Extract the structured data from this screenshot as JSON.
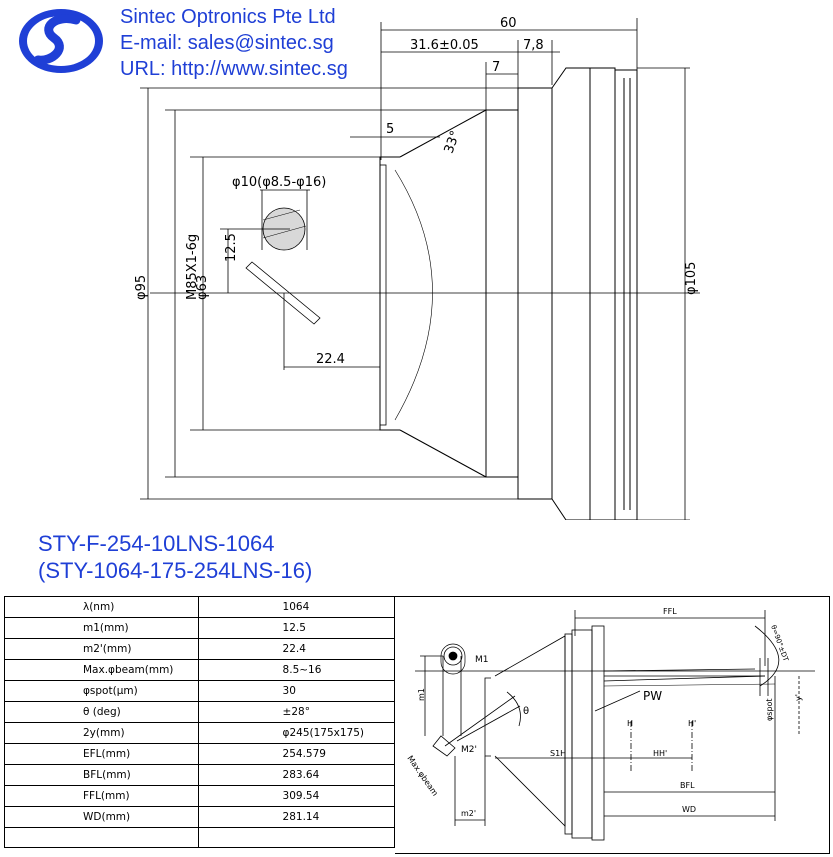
{
  "header": {
    "company": "Sintec Optronics Pte Ltd",
    "email": "E-mail: sales@sintec.sg",
    "url": "URL: http://www.sintec.sg",
    "brand_color": "#1f3fd6"
  },
  "drawing": {
    "dim_overall": "60",
    "dim_focus": "31.6±0.05",
    "dim_78": "7,8",
    "dim_7": "7",
    "dim_5": "5",
    "angle": "33°",
    "beam_dia": "φ10(φ8.5-φ16)",
    "m1": "12.5",
    "m2": "22.4",
    "dia95": "φ95",
    "thread": "M85X1-6g",
    "dia63": "φ63",
    "dia105": "φ105"
  },
  "model": {
    "line1": "STY-F-254-10LNS-1064",
    "line2": "(STY-1064-175-254LNS-16)"
  },
  "specs": [
    {
      "label": "λ(nm)",
      "value": "1064"
    },
    {
      "label": "m1(mm)",
      "value": "12.5"
    },
    {
      "label": "m2'(mm)",
      "value": "22.4"
    },
    {
      "label": "Max.φbeam(mm)",
      "value": "8.5~16"
    },
    {
      "label": "φspot(μm)",
      "value": "30"
    },
    {
      "label": "θ (deg)",
      "value": "±28°"
    },
    {
      "label": "2y(mm)",
      "value": "φ245(175x175)"
    },
    {
      "label": "EFL(mm)",
      "value": "254.579"
    },
    {
      "label": "BFL(mm)",
      "value": "283.64"
    },
    {
      "label": "FFL(mm)",
      "value": "309.54"
    },
    {
      "label": "WD(mm)",
      "value": "281.14"
    },
    {
      "label": "",
      "value": ""
    }
  ],
  "schematic": {
    "ffl": "FFL",
    "m1_label": "M1",
    "m1_dim": "m1",
    "m2_label": "M2'",
    "m2_dim": "m2'",
    "max_beam": "Max.φbeam",
    "theta": "θ",
    "pw": "PW",
    "h": "H",
    "h_prime": "H'",
    "sh": "S1H",
    "hh": "HH'",
    "bfl": "BFL",
    "wd": "WD",
    "theta_dt": "θ=90°±DT",
    "spot": "φspot",
    "y_label": "y'"
  }
}
